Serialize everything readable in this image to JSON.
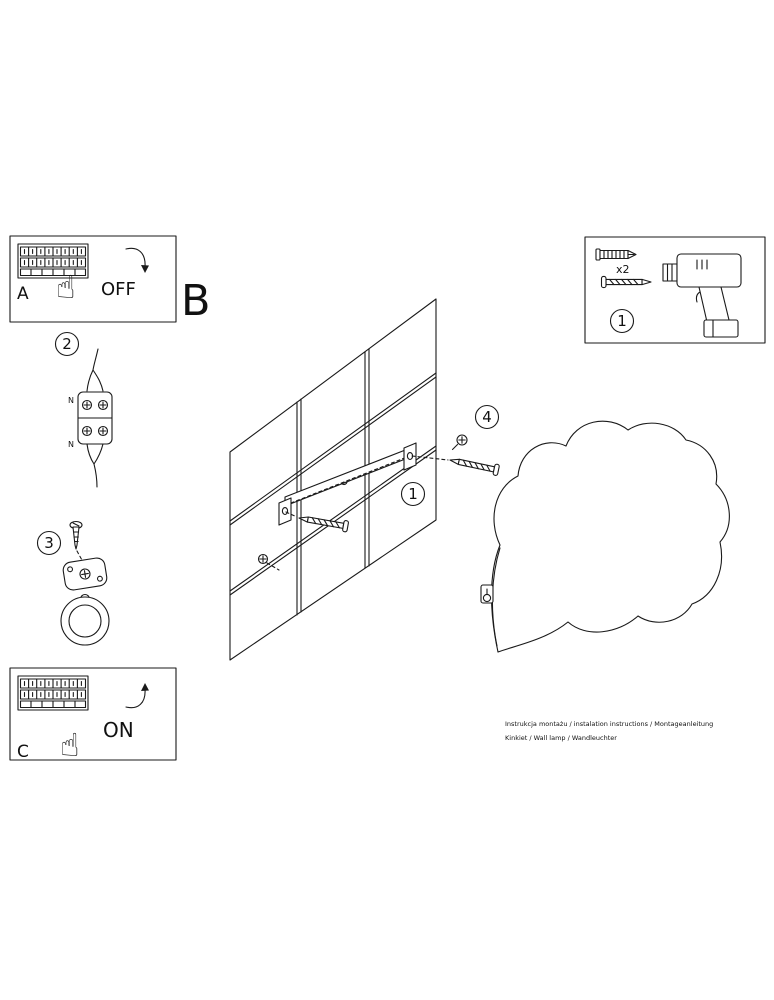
{
  "labels": {
    "panel_a": "A",
    "panel_c": "C",
    "step_b": "B",
    "off": "OFF",
    "on": "ON",
    "anchor_qty": "x2",
    "wire_label_top": "N",
    "wire_label_bottom": "N"
  },
  "steps": {
    "tools": "1",
    "bracket": "1",
    "wiring": "2",
    "canopy": "3",
    "fixing": "4"
  },
  "icons": {
    "hand": "☝"
  },
  "footer": {
    "line1": "Instrukcja montażu / instalation instructions / Montageanleitung",
    "line2": "Kinkiet / Wall lamp / Wandleuchter"
  },
  "colors": {
    "ink": "#1a1a1a",
    "background": "#ffffff"
  }
}
